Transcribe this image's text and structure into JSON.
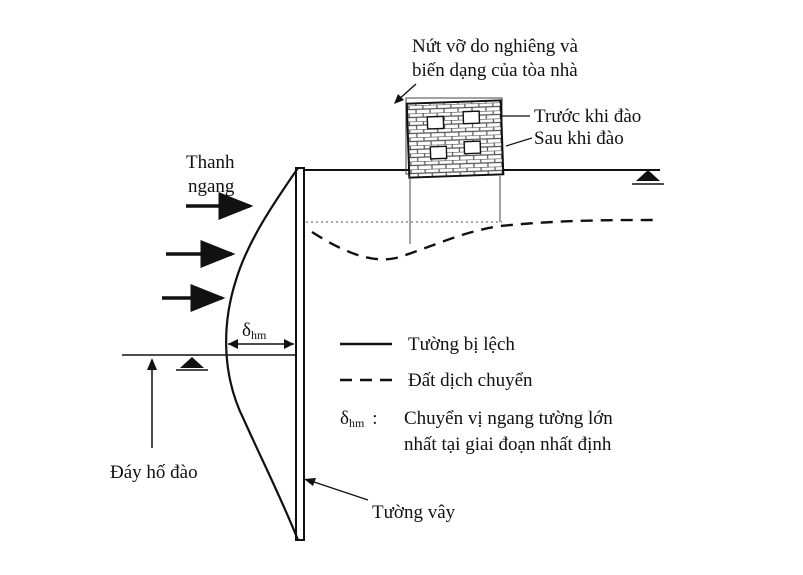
{
  "labels": {
    "crack_line1": "Nứt vỡ do nghiêng và",
    "crack_line2": "biến dạng của tòa nhà",
    "before_excavation": "Trước khi đào",
    "after_excavation": "Sau khi đào",
    "strut_line1": "Thanh",
    "strut_line2": "ngang",
    "delta_symbol": "δ",
    "delta_subscript": "hm",
    "excavation_bottom": "Đáy hố đào",
    "retaining_wall": "Tường vây"
  },
  "legend": {
    "deflected_wall": "Tường bị lệch",
    "soil_displacement": "Đất dịch chuyển",
    "delta_symbol": "δ",
    "delta_subscript": "hm",
    "delta_colon": ":",
    "delta_def_line1": "Chuyển vị ngang tường lớn",
    "delta_def_line2": "nhất tại giai đoạn nhất định"
  },
  "colors": {
    "ink": "#111111",
    "brick": "#555555",
    "background": "#ffffff"
  }
}
